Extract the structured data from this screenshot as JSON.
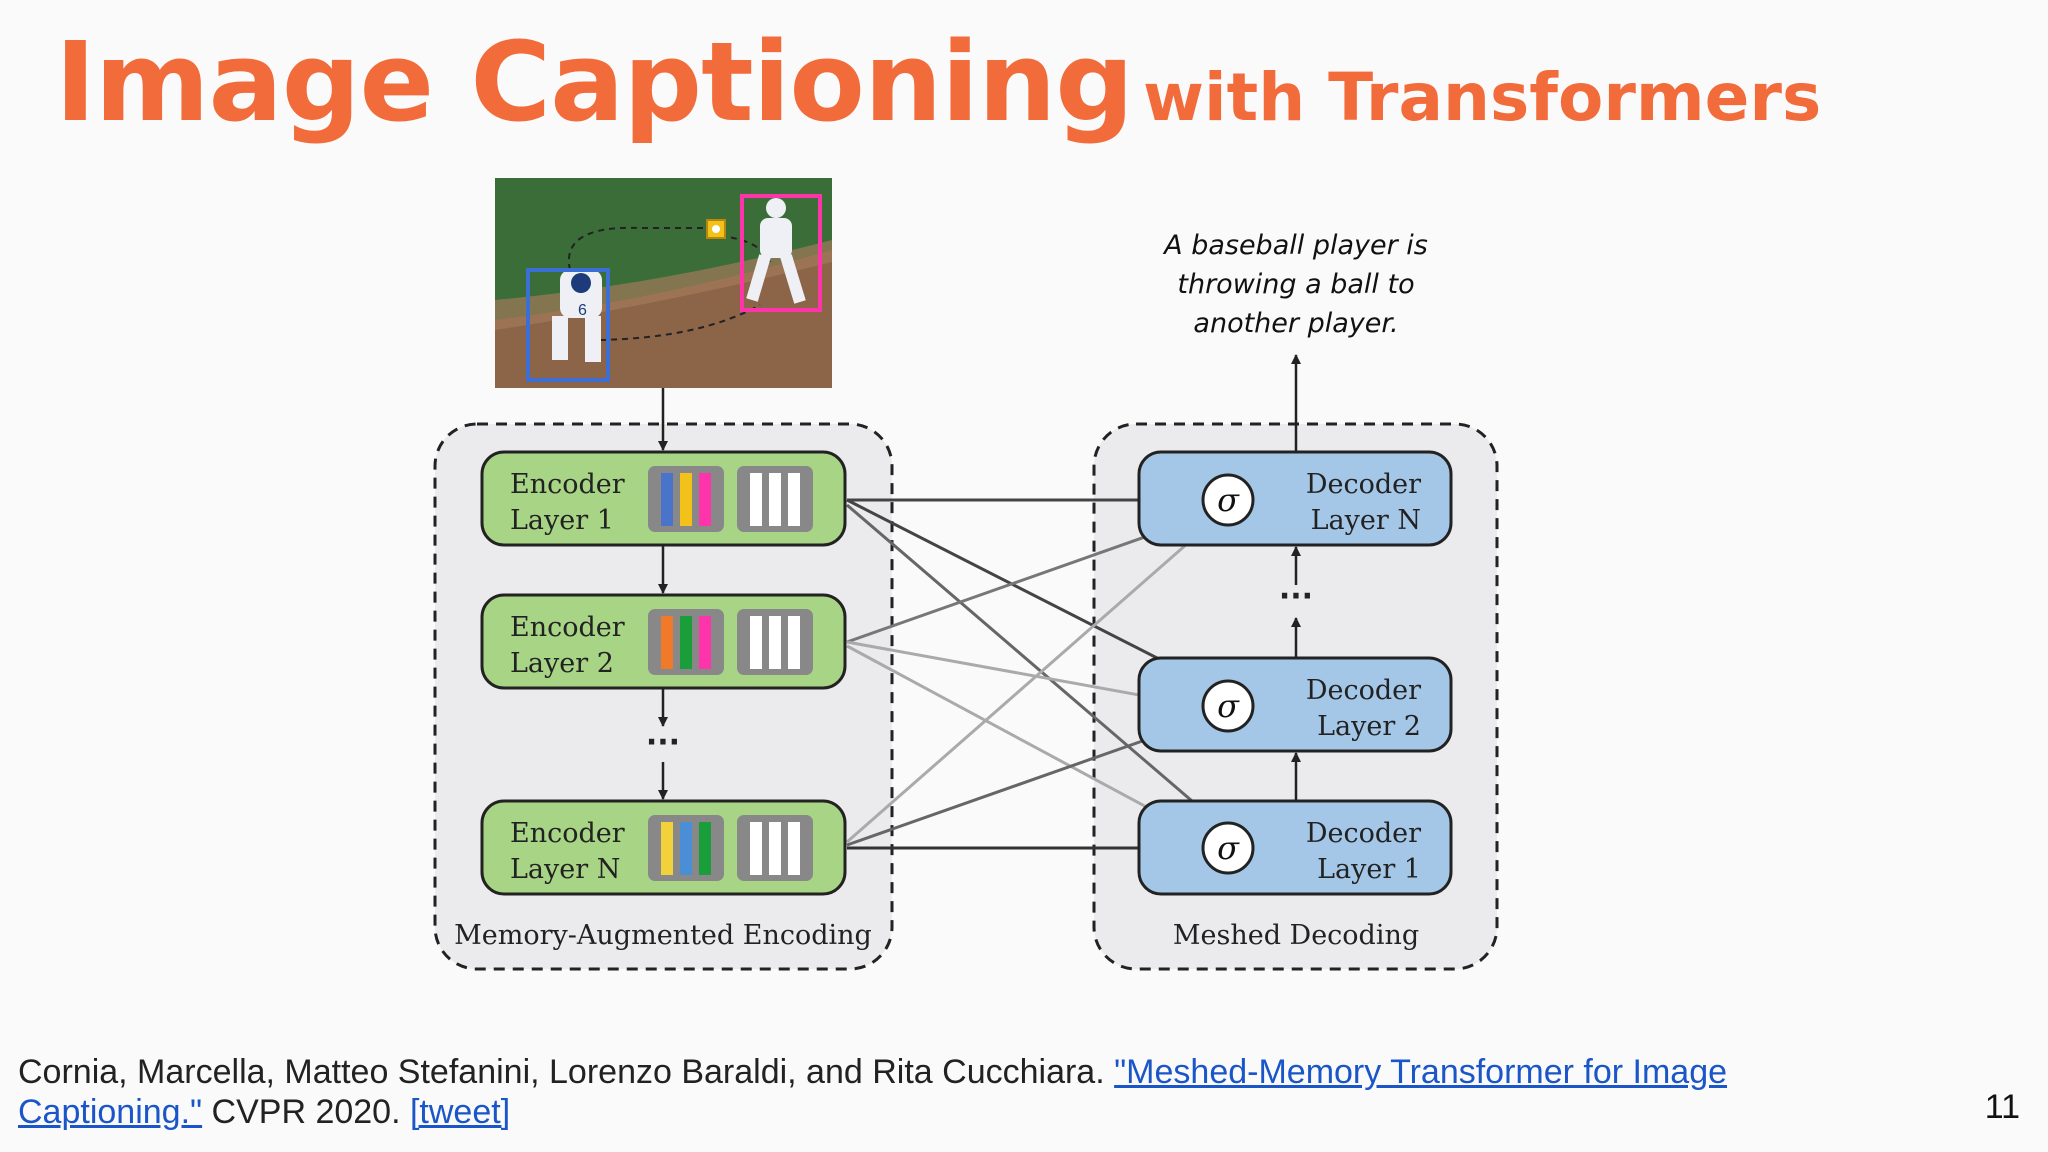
{
  "slide": {
    "title_main": "Image Captioning",
    "title_sub": "with Transformers",
    "page_number": "11"
  },
  "diagram": {
    "caption_lines": [
      "A baseball player is",
      "throwing a ball to",
      "another player."
    ],
    "encoder_layers": [
      {
        "line1": "Encoder",
        "line2": "Layer 1",
        "colors": [
          "#4a74c9",
          "#f2c21b",
          "#ff33aa"
        ]
      },
      {
        "line1": "Encoder",
        "line2": "Layer 2",
        "colors": [
          "#f07a2a",
          "#1a9e3a",
          "#ff33aa"
        ]
      },
      {
        "line1": "Encoder",
        "line2": "Layer N",
        "colors": [
          "#f2d23b",
          "#4a8ed6",
          "#1a9e3a"
        ]
      }
    ],
    "decoder_layers": [
      {
        "line1": "Decoder",
        "line2": "Layer N"
      },
      {
        "line1": "Decoder",
        "line2": "Layer 2"
      },
      {
        "line1": "Decoder",
        "line2": "Layer 1"
      }
    ],
    "sigma": "σ",
    "ellipsis": "···",
    "encoder_group_label": "Memory-Augmented Encoding",
    "decoder_group_label": "Meshed Decoding",
    "photo_jersey_number": "6"
  },
  "colors": {
    "accent": "#f26b3a",
    "encoder_fill": "#a8d486",
    "decoder_fill": "#a4c7e8",
    "link": "#1a56c8"
  },
  "citation": {
    "authors": "Cornia, Marcella, Matteo Stefanini, Lorenzo Baraldi, and Rita Cucchiara.",
    "paper_link": "\"Meshed-Memory Transformer for Image Captioning.\"",
    "venue": "CVPR 2020.",
    "tweet_link": "[tweet]"
  }
}
